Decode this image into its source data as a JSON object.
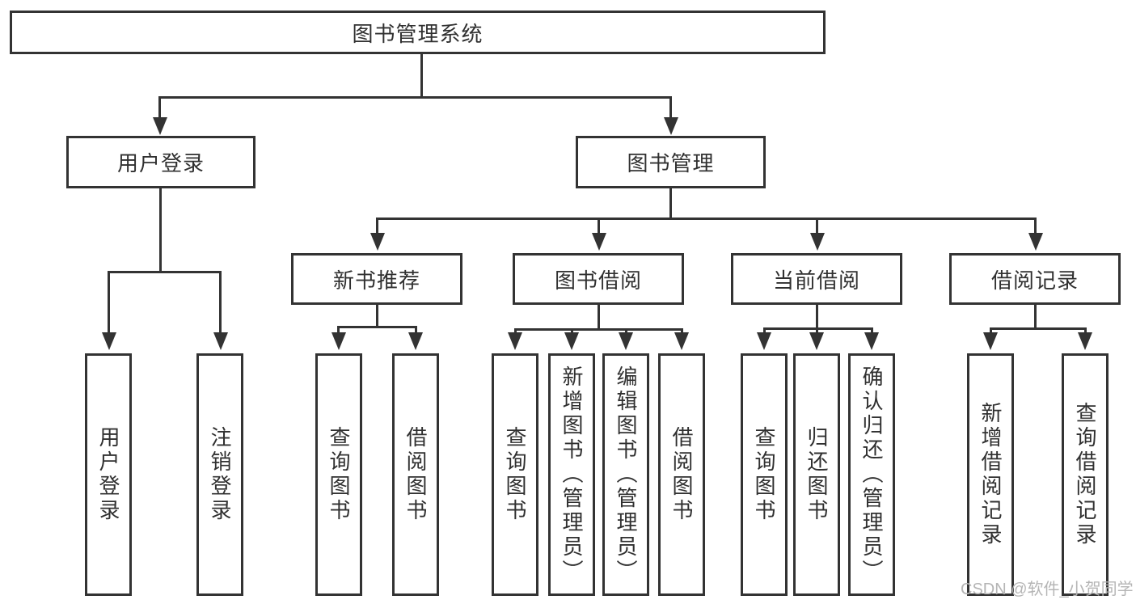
{
  "tree": {
    "label": "图书管理系统",
    "children": [
      {
        "label": "用户登录",
        "children": [
          {
            "label": "用户登录"
          },
          {
            "label": "注销登录"
          }
        ]
      },
      {
        "label": "图书管理",
        "children": [
          {
            "label": "新书推荐",
            "children": [
              {
                "label": "查询图书"
              },
              {
                "label": "借阅图书"
              }
            ]
          },
          {
            "label": "图书借阅",
            "children": [
              {
                "label": "查询图书"
              },
              {
                "label": "新增图书（管理员）"
              },
              {
                "label": "编辑图书（管理员）"
              },
              {
                "label": "借阅图书"
              }
            ]
          },
          {
            "label": "当前借阅",
            "children": [
              {
                "label": "查询图书"
              },
              {
                "label": "归还图书"
              },
              {
                "label": "确认归还（管理员）"
              }
            ]
          },
          {
            "label": "借阅记录",
            "children": [
              {
                "label": "新增借阅记录"
              },
              {
                "label": "查询借阅记录"
              }
            ]
          }
        ]
      }
    ]
  },
  "watermark": {
    "text": "CSDN @软件_小贺同学"
  },
  "colors": {
    "line": "#333333",
    "text": "#303030",
    "box_background": "#ffffff",
    "page_background": "#ffffff",
    "watermark_text": "#b5b5b5"
  }
}
